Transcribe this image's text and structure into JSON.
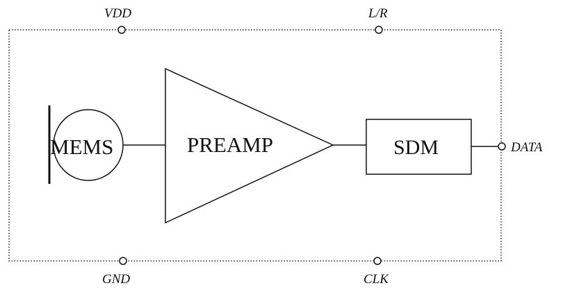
{
  "pins": {
    "vdd": "VDD",
    "lr": "L/R",
    "gnd": "GND",
    "clk": "CLK",
    "data": "DATA"
  },
  "blocks": {
    "mems": "MEMS",
    "preamp": "PREAMP",
    "sdm": "SDM"
  }
}
